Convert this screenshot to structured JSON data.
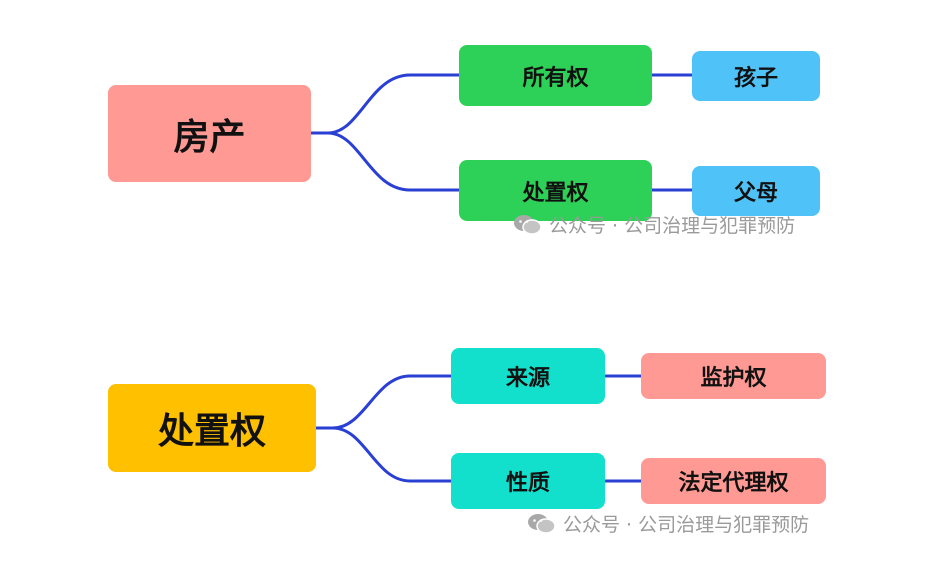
{
  "colors": {
    "line": "#2a3fd4",
    "root1": "#ff9994",
    "child_green": "#2ed157",
    "leaf_blue": "#4fc3f7",
    "root2": "#ffc000",
    "child_teal": "#12e0cc",
    "leaf_pink": "#ff9994",
    "watermark": "#9a9a9a"
  },
  "diagram1": {
    "root": "房产",
    "branches": [
      {
        "label": "所有权",
        "leaf": "孩子"
      },
      {
        "label": "处置权",
        "leaf": "父母"
      }
    ]
  },
  "diagram2": {
    "root": "处置权",
    "branches": [
      {
        "label": "来源",
        "leaf": "监护权"
      },
      {
        "label": "性质",
        "leaf": "法定代理权"
      }
    ]
  },
  "watermark": {
    "icon": "wechat-icon",
    "text": "公众号 · 公司治理与犯罪预防"
  }
}
